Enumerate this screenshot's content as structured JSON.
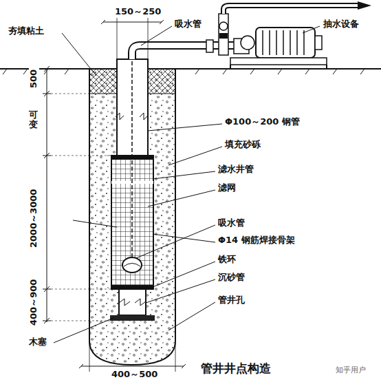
{
  "diagram": {
    "caption": "管井井点构造",
    "labels": [
      "150～250",
      "吸水管",
      "抽水设备",
      "夯填粘土",
      "500",
      "可变",
      "Φ100～200 钢管",
      "填充砂砾",
      "滤水井管",
      "滤网",
      "吸水管",
      "Φ14 钢筋焊接骨架",
      "铁环",
      "沉砂管",
      "管井孔",
      "2000～3000",
      "400～900",
      "木塞",
      "400～500",
      "知乎用户"
    ]
  }
}
